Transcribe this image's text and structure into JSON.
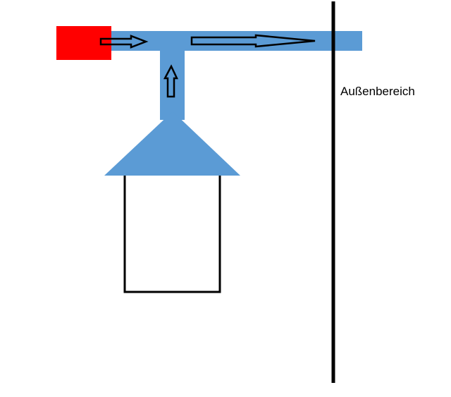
{
  "labels": {
    "outside": "Außenbereich"
  },
  "colors": {
    "duct": "#5b9bd5",
    "fan": "#ff0000",
    "wall": "#000000",
    "house_outline": "#000000",
    "background": "#ffffff"
  },
  "elements": {
    "fan": "red-block",
    "hood": "extractor-hood",
    "house": "room-outline",
    "wall": "exterior-wall",
    "arrows": [
      "flow-arrow-right-small",
      "flow-arrow-right-long",
      "flow-arrow-up"
    ]
  }
}
